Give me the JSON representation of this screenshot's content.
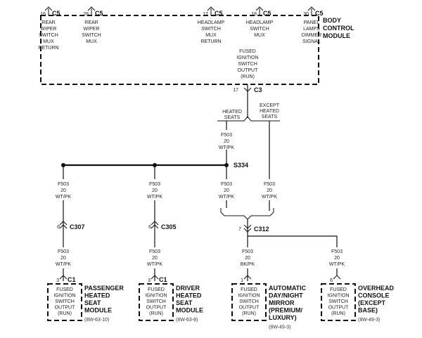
{
  "bcm": {
    "name": [
      "BODY",
      "CONTROL",
      "MODULE"
    ],
    "pins": [
      {
        "num": "16",
        "conn": "C5",
        "label": [
          "REAR",
          "WIPER",
          "SWITCH",
          "MUX",
          "RETURN"
        ]
      },
      {
        "num": "28",
        "conn": "C5",
        "label": [
          "REAR",
          "WIPER",
          "SWITCH",
          "MUX"
        ]
      },
      {
        "num": "17",
        "conn": "C5",
        "label": [
          "HEADLAMP",
          "SWITCH",
          "MUX",
          "RETURN"
        ]
      },
      {
        "num": "18",
        "conn": "C5",
        "label": [
          "HEADLAMP",
          "SWITCH",
          "MUX"
        ]
      },
      {
        "num": "30",
        "conn": "C5",
        "label": [
          "PANEL",
          "LAMPS",
          "DIMMER",
          "SIGNAL"
        ]
      }
    ],
    "output_label": [
      "FUSED",
      "IGNITION",
      "SWITCH",
      "OUTPUT",
      "(RUN)"
    ],
    "output_pin": "17",
    "output_conn": "C3"
  },
  "options": {
    "left": [
      "HEATED",
      "SEATS"
    ],
    "right": [
      "EXCEPT",
      "HEATED",
      "SEATS"
    ]
  },
  "wire": [
    "F503",
    "20",
    "WT/PK"
  ],
  "wire_bk": [
    "F503",
    "20",
    "BK/PK"
  ],
  "splice": "S334",
  "connectors": {
    "c307": {
      "pin": "6",
      "name": "C307"
    },
    "c305": {
      "pin": "6",
      "name": "C305"
    },
    "c312": {
      "pin": "7",
      "name": "C312"
    }
  },
  "loads": [
    {
      "pin": "3",
      "conn": "C1",
      "box": [
        "FUSED",
        "IGNITION",
        "SWITCH",
        "OUTPUT",
        "(RUN)"
      ],
      "name": [
        "PASSENGER",
        "HEATED",
        "SEAT",
        "MODULE"
      ],
      "ref": "(8W-63-10)"
    },
    {
      "pin": "3",
      "conn": "C1",
      "box": [
        "FUSED",
        "IGNITION",
        "SWITCH",
        "OUTPUT",
        "(RUN)"
      ],
      "name": [
        "DRIVER",
        "HEATED",
        "SEAT",
        "MODULE"
      ],
      "ref": "(8W-63-8)"
    },
    {
      "pin": "1",
      "conn": "",
      "box": [
        "FUSED",
        "IGNITION",
        "SWITCH",
        "OUTPUT",
        "(RUN)"
      ],
      "name": [
        "AUTOMATIC",
        "DAY/NIGHT",
        "MIRROR",
        "(PREMIUM/",
        "LUXURY)"
      ],
      "ref": "(8W-49-3)"
    },
    {
      "pin": "6",
      "conn": "",
      "box": [
        "FUSED",
        "IGNITION",
        "SWITCH",
        "OUTPUT",
        "(RUN)"
      ],
      "name": [
        "OVERHEAD",
        "CONSOLE",
        "(EXCEPT",
        "BASE)"
      ],
      "ref": "(8W-49-3)"
    }
  ]
}
